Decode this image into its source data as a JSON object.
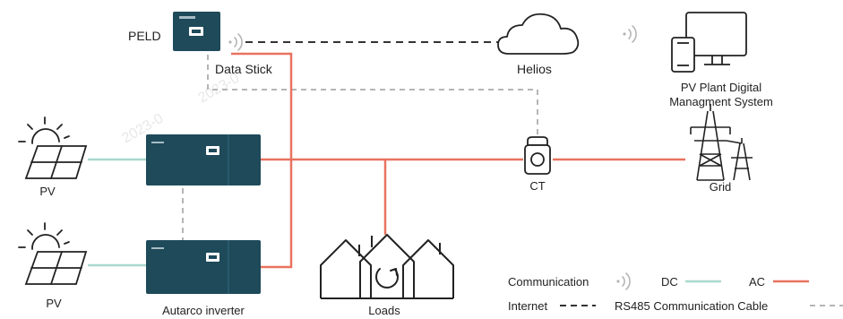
{
  "labels": {
    "peld": "PELD",
    "data_stick": "Data Stick",
    "helios": "Helios",
    "pv_system_line1": "PV Plant Digital",
    "pv_system_line2": "Managment System",
    "pv_top": "PV",
    "pv_bottom": "PV",
    "ct": "CT",
    "grid": "Grid",
    "inverter": "Autarco inverter",
    "loads": "Loads"
  },
  "legend": {
    "communication": "Communication",
    "dc": "DC",
    "ac": "AC",
    "internet": "Internet",
    "rs485": "RS485 Communication Cable"
  },
  "watermark": [
    "2023-0",
    "2023-0"
  ],
  "colors": {
    "inverter": "#1e4a5a",
    "ac_line": "#e8735f",
    "dc_line": "#a9d8cf",
    "rs485_line": "#b5b5b5",
    "internet_line": "#333333",
    "icon_stroke": "#222222"
  }
}
